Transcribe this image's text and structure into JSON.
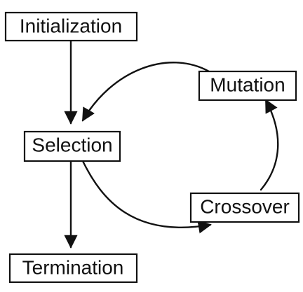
{
  "diagram": {
    "nodes": {
      "initialization": "Initialization",
      "selection": "Selection",
      "mutation": "Mutation",
      "crossover": "Crossover",
      "termination": "Termination"
    },
    "edges": [
      {
        "from": "Initialization",
        "to": "Selection"
      },
      {
        "from": "Selection",
        "to": "Crossover"
      },
      {
        "from": "Crossover",
        "to": "Mutation"
      },
      {
        "from": "Mutation",
        "to": "Selection"
      },
      {
        "from": "Selection",
        "to": "Termination"
      }
    ],
    "colors": {
      "line": "#111111",
      "background": "#ffffff"
    }
  }
}
